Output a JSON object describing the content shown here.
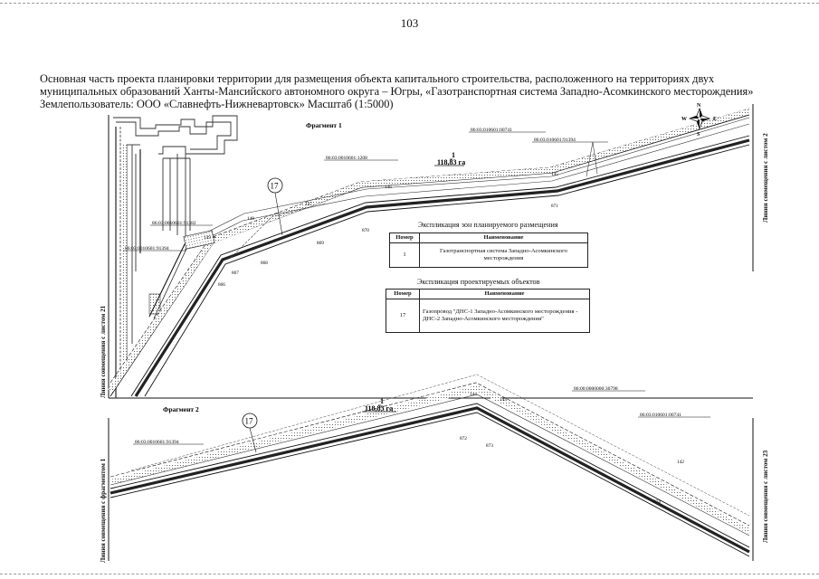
{
  "page_number": "103",
  "header_text": "Основная часть проекта планировки территории для размещения объекта капитального строительства, расположенного на территориях двух муниципальных образований Ханты-Мансийского автономного округа – Югры, «Газотранспортная система Западно-Асомкинского месторождения» Землепользователь: ООО «Славнефть-Нижневартовск» Масштаб (1:5000)",
  "fragment1": {
    "title": "Фрагмент 1",
    "area_label": "118,83 га",
    "marker_label": "1",
    "object_label": "17",
    "parcels": [
      "86:03:010601:00741",
      "86:03:010601:91394",
      "86:03:0010601:1208",
      "86:03:0010601:91382",
      "86:03:0010601:91394"
    ],
    "points": [
      "146",
      "145",
      "147",
      "148",
      "149",
      "871",
      "870",
      "869",
      "868",
      "867",
      "866"
    ]
  },
  "fragment2": {
    "title": "Фрагмент 2",
    "area_label": "118,83 га",
    "marker_label": "1",
    "object_label": "17",
    "parcels": [
      "86:03:0010601:91394",
      "86:00:0000000:36798",
      "86:03:010601:00741"
    ],
    "points": [
      "144",
      "143",
      "142",
      "872",
      "873",
      "874"
    ]
  },
  "compass": {
    "n": "N",
    "s": "S",
    "w": "W",
    "e": "E"
  },
  "side_labels": {
    "left_top": "Линия совмещения с листом 21",
    "right_top": "Линия совмещения с листом 2",
    "left_bottom": "Линия совмещения с фрагментом 1",
    "right_bottom": "Линия совмещения с листом 23"
  },
  "zones_table": {
    "caption": "Экспликация зон планируемого размещения",
    "headers": [
      "Номер",
      "Наименование"
    ],
    "rows": [
      {
        "num": "1",
        "name": "Газотранспортная система Западно-Асомкинского месторождения"
      }
    ]
  },
  "objects_table": {
    "caption": "Экспликация проектируемых объектов",
    "headers": [
      "Номер",
      "Наименование"
    ],
    "rows": [
      {
        "num": "17",
        "name": "Газопровод \"ДНС-1 Западно-Асомкинского месторождения - ДНС-2 Западно-Асомкинского месторождения\""
      }
    ]
  }
}
